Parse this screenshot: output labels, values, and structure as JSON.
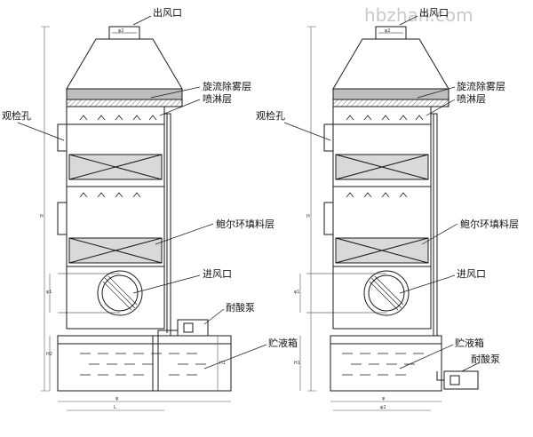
{
  "watermark": "hbzhan.com",
  "labels": {
    "outlet": "出风口",
    "demister": "旋流除雾层",
    "spray": "喷淋层",
    "inspection": "观检孔",
    "packing": "鲍尔环填料层",
    "inlet": "进风口",
    "pump": "耐酸泵",
    "tank": "贮液箱"
  },
  "dims": {
    "d2": "φ2",
    "h": "H",
    "d1": "φ1",
    "h2": "H2",
    "h1": "H1",
    "d": "φ",
    "l": "L"
  },
  "colors": {
    "line": "#1a1a1a",
    "packing": "#d9d9d9",
    "mist": "#bdbdbd",
    "dim": "#555555"
  }
}
